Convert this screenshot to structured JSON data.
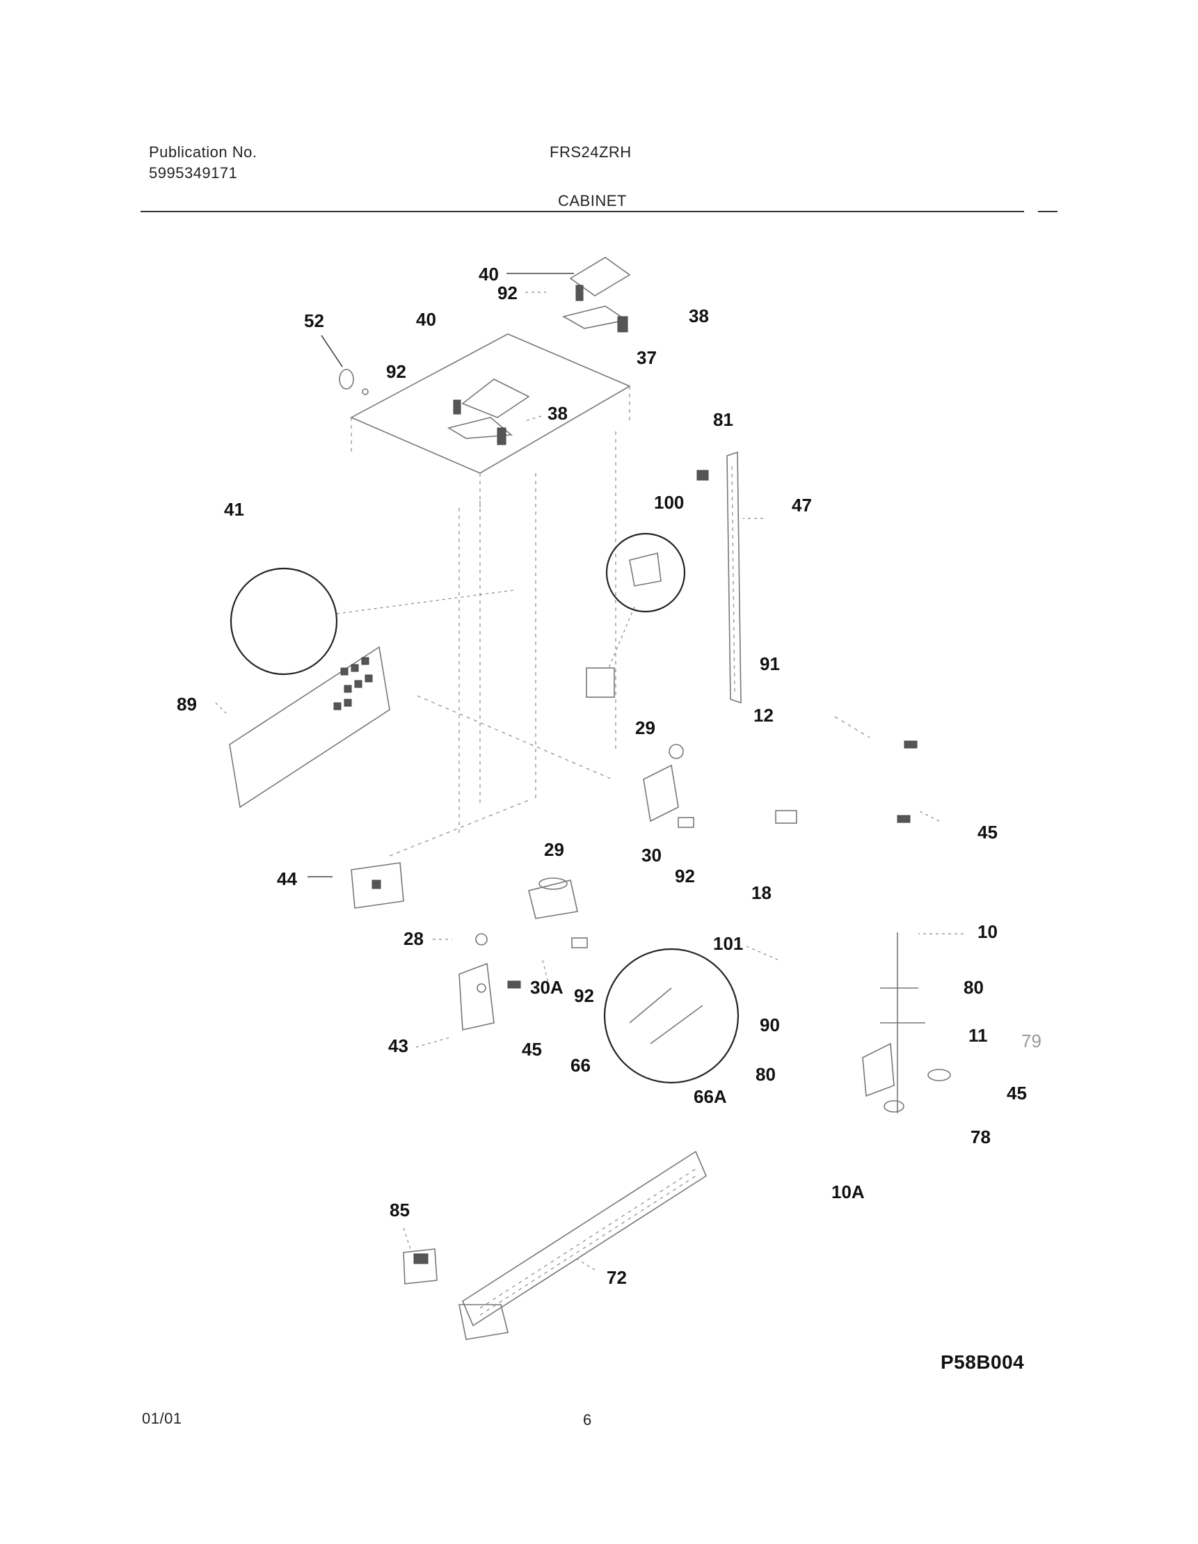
{
  "header": {
    "publication_label": "Publication No.",
    "publication_number": "5995349171",
    "model": "FRS24ZRH",
    "section": "CABINET"
  },
  "footer": {
    "date": "01/01",
    "page": "6",
    "figure_code": "P58B004"
  },
  "callouts": [
    {
      "id": "c40a",
      "text": "40"
    },
    {
      "id": "c92a",
      "text": "92"
    },
    {
      "id": "c52",
      "text": "52"
    },
    {
      "id": "c40b",
      "text": "40"
    },
    {
      "id": "c38a",
      "text": "38"
    },
    {
      "id": "c37",
      "text": "37"
    },
    {
      "id": "c92b",
      "text": "92"
    },
    {
      "id": "c38b",
      "text": "38"
    },
    {
      "id": "c81",
      "text": "81"
    },
    {
      "id": "c41",
      "text": "41"
    },
    {
      "id": "c100",
      "text": "100"
    },
    {
      "id": "c47",
      "text": "47"
    },
    {
      "id": "c91",
      "text": "91"
    },
    {
      "id": "c89",
      "text": "89"
    },
    {
      "id": "c12",
      "text": "12"
    },
    {
      "id": "c29a",
      "text": "29"
    },
    {
      "id": "c45a",
      "text": "45"
    },
    {
      "id": "c29b",
      "text": "29"
    },
    {
      "id": "c30",
      "text": "30"
    },
    {
      "id": "c92c",
      "text": "92"
    },
    {
      "id": "c44",
      "text": "44"
    },
    {
      "id": "c18",
      "text": "18"
    },
    {
      "id": "c10",
      "text": "10"
    },
    {
      "id": "c28",
      "text": "28"
    },
    {
      "id": "c101",
      "text": "101"
    },
    {
      "id": "c30A",
      "text": "30A"
    },
    {
      "id": "c92d",
      "text": "92"
    },
    {
      "id": "c80a",
      "text": "80"
    },
    {
      "id": "c90",
      "text": "90"
    },
    {
      "id": "c11",
      "text": "11"
    },
    {
      "id": "c43",
      "text": "43"
    },
    {
      "id": "c45b",
      "text": "45"
    },
    {
      "id": "c66",
      "text": "66"
    },
    {
      "id": "c80b",
      "text": "80"
    },
    {
      "id": "c66A",
      "text": "66A"
    },
    {
      "id": "c45c",
      "text": "45"
    },
    {
      "id": "c78",
      "text": "78"
    },
    {
      "id": "c10A",
      "text": "10A"
    },
    {
      "id": "c85",
      "text": "85"
    },
    {
      "id": "c72",
      "text": "72"
    },
    {
      "id": "c79",
      "text": "79"
    }
  ]
}
